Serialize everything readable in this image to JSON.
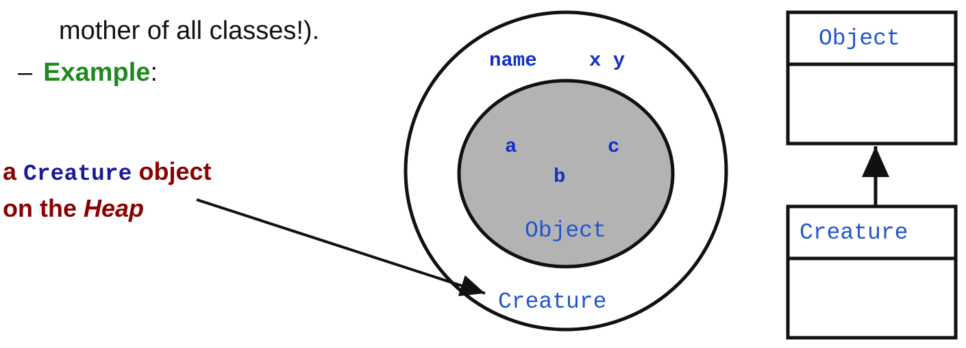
{
  "text": {
    "line1_continuation": "mother of all classes!).",
    "example_dash": "–",
    "example_word": "Example",
    "example_colon": ":",
    "label_a": "a ",
    "label_creature": "Creature",
    "label_object": " object",
    "label_on_the": "on the ",
    "label_heap": "Heap"
  },
  "heap_diagram": {
    "outer_fields": [
      "name",
      "x y"
    ],
    "inner_fields": [
      "a",
      "b",
      "c"
    ],
    "inner_class": "Object",
    "outer_class": "Creature"
  },
  "uml": {
    "parent_class": "Object",
    "child_class": "Creature"
  },
  "colors": {
    "example_green": "#1e8a1e",
    "label_red": "#8b0000",
    "code_navy": "#1a1a9a",
    "field_blue": "#1030c8",
    "class_blue": "#2055d0",
    "inner_gray": "#b3b3b3"
  }
}
